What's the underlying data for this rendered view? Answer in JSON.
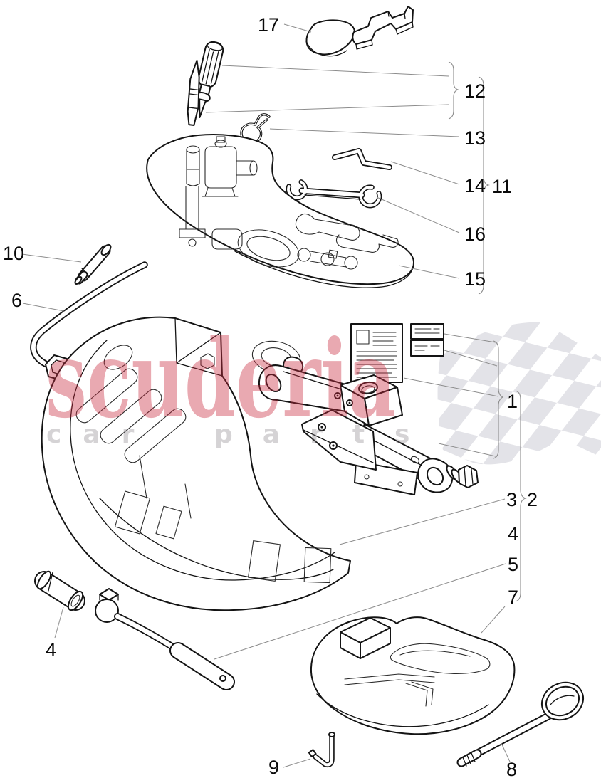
{
  "watermark": {
    "brand": "scuderia",
    "sub_left": "car",
    "sub_right": "parts",
    "brand_color": "rgba(200,40,60,0.40)",
    "sub_color": "rgba(125,118,124,0.32)",
    "flag_color": "#dcdce2"
  },
  "labels": {
    "17": "17",
    "12": "12",
    "13": "13",
    "14": "14",
    "11": "11",
    "16": "16",
    "15": "15",
    "10": "10",
    "6": "6",
    "1": "1",
    "3": "3",
    "2": "2",
    "4_kit": "4",
    "5": "5",
    "7": "7",
    "4": "4",
    "9": "9",
    "8": "8"
  },
  "parts": {
    "17": "trim-removal-paddle",
    "12a": "screwdriver",
    "12b": "reamer-pin",
    "13": "spring-clip",
    "14": "jack-crank-handle",
    "16": "open-end-wrench",
    "15": "upper-tool-foam-tray",
    "10": "extension-tube",
    "6": "lug-wrench",
    "1a": "instruction-sheet",
    "1b": "warning-sticker",
    "1c": "warning-sticker",
    "2": "scissor-jack",
    "3": "crescent-foam-tray",
    "4": "wheel-bolt-socket",
    "5": "ratchet-handle",
    "7": "lower-foam-insert",
    "9": "torx-key",
    "8": "towing-eye-bolt"
  }
}
